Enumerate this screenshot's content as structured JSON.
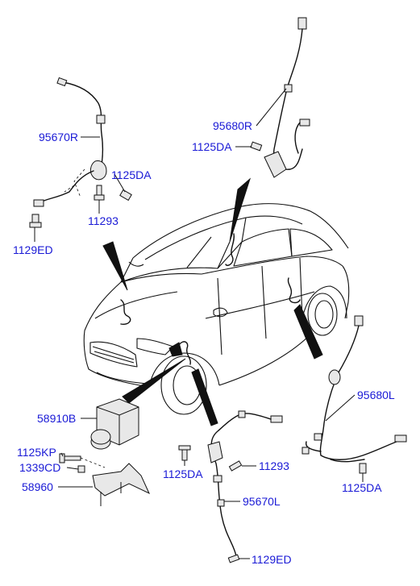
{
  "labels": {
    "sensor_front_rh_top": "95670R",
    "bolt_top_left": "1125DA",
    "bolt_11293_top": "11293",
    "bolt_1129ED_top": "1129ED",
    "sensor_rear_rh": "95680R",
    "bolt_rear_rh": "1125DA",
    "abs_unit": "58910B",
    "bolt_1125KP": "1125KP",
    "nut_1339CD": "1339CD",
    "bracket": "58960",
    "bolt_1125DA_front_lh": "1125DA",
    "bolt_11293_front_lh": "11293",
    "sensor_front_lh": "95670L",
    "bolt_1129ED_front_lh": "1129ED",
    "sensor_rear_lh": "95680L",
    "bolt_rear_lh": "1125DA"
  }
}
